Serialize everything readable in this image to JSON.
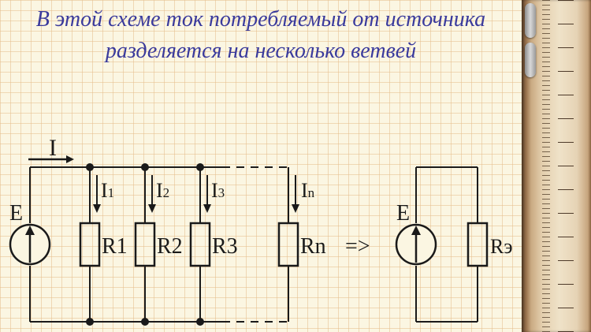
{
  "title": {
    "line1": "В этой схеме ток потребляемый от источника",
    "line2": "разделяется на несколько ветвей"
  },
  "circuit": {
    "source_label": "E",
    "main_current_label": "I",
    "branches": [
      {
        "current": "I",
        "current_sub": "1",
        "resistor": "R1"
      },
      {
        "current": "I",
        "current_sub": "2",
        "resistor": "R2"
      },
      {
        "current": "I",
        "current_sub": "3",
        "resistor": "R3"
      },
      {
        "current": "I",
        "current_sub": "n",
        "resistor": "Rn"
      }
    ],
    "equivalent_arrow": "=>",
    "equivalent_source_label": "E",
    "equivalent_resistor": "Rэ"
  },
  "colors": {
    "title": "#3a3a9c",
    "wire": "#1a1a1a",
    "background": "#fbf6e2",
    "grid": "#e6be8c"
  }
}
